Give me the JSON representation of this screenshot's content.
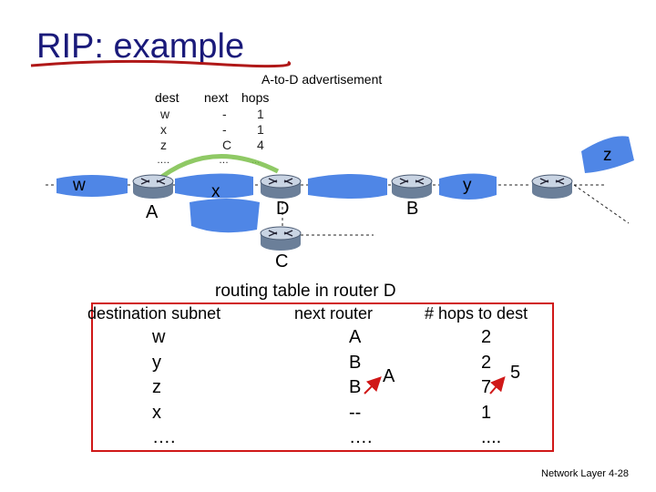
{
  "title": "RIP: example",
  "advertisement": {
    "caption": "A-to-D advertisement",
    "headers": [
      "dest",
      "next",
      "hops"
    ],
    "rows": [
      {
        "dest": "w",
        "next": "-",
        "hops": "1"
      },
      {
        "dest": "x",
        "next": "-",
        "hops": "1"
      },
      {
        "dest": "z",
        "next": "C",
        "hops": "4"
      },
      {
        "dest": "….",
        "next": "…",
        "hops": "..."
      }
    ]
  },
  "network": {
    "subnets": {
      "w": "w",
      "x": "x",
      "y": "y",
      "z": "z"
    },
    "routers": {
      "A": "A",
      "B": "B",
      "C": "C",
      "D": "D"
    }
  },
  "routing_table": {
    "caption": "routing table in router D",
    "headers": {
      "destination": "destination subnet",
      "next": "next router",
      "hops": "# hops to dest"
    },
    "destinations": [
      "w",
      "y",
      "z",
      "x",
      "…."
    ],
    "next_router": [
      "A",
      "B",
      "B",
      "--",
      "…."
    ],
    "hops": [
      "2",
      "2",
      "7",
      "1",
      "...."
    ],
    "update": {
      "next_router": "A",
      "hops": "5"
    }
  },
  "colors": {
    "title": "#1a1a7a",
    "subnet": "#4f86e6",
    "router_top": "#c9d4e3",
    "router_side": "#6b7f99",
    "highlight_red": "#d01818",
    "arrow_green": "#7bbf4a"
  },
  "footer": "Network Layer 4-28"
}
